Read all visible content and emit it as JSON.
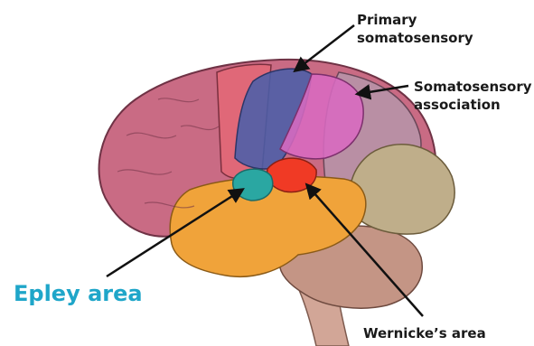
{
  "labels": {
    "primary_somatosensory": [
      "Primary",
      "somatosensory"
    ],
    "somatosensory_association": [
      "Somatosensory",
      "association"
    ],
    "epley_area": "Epley area",
    "wernickes_area": "Wernicke’s area"
  },
  "colors": {
    "frontal": "#c96b84",
    "motor": "#e06878",
    "primary_somatosensory": "#4a5ea8",
    "somatosensory_association": "#d86ac0",
    "parietal": "#b98fa4",
    "occipital": "#bfae8a",
    "temporal": "#f0a33a",
    "epley_area": "#2aa7a2",
    "wernickes_area": "#f03a25",
    "cerebellum": "#c49585",
    "brainstem": "#d2a697",
    "epley_label": "#1fa6c9",
    "label_text": "#1a1a1a"
  }
}
